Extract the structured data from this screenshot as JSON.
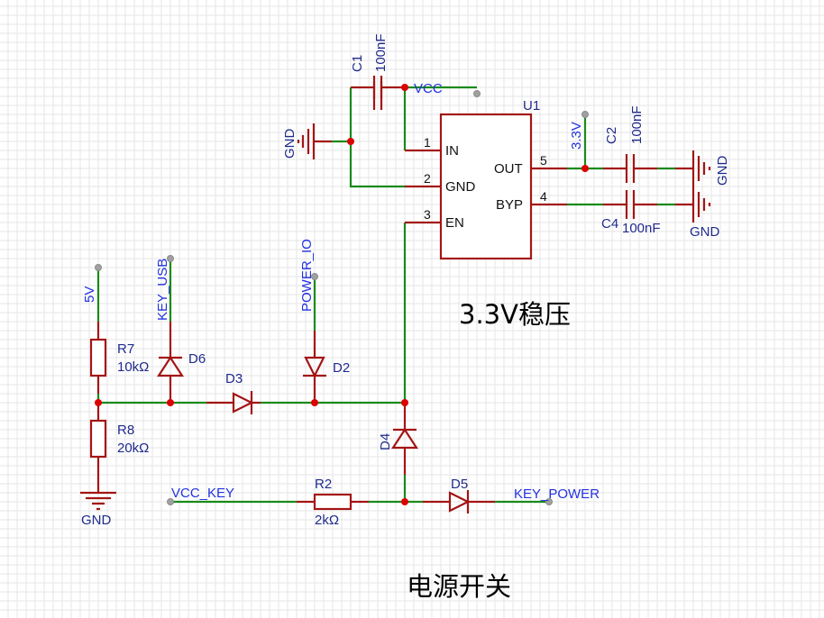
{
  "titles": {
    "regulator": "3.3V稳压",
    "power_switch": "电源开关"
  },
  "u1": {
    "ref": "U1",
    "pins": [
      {
        "num": "1",
        "name": "IN"
      },
      {
        "num": "2",
        "name": "GND"
      },
      {
        "num": "3",
        "name": "EN"
      },
      {
        "num": "5",
        "name": "OUT"
      },
      {
        "num": "4",
        "name": "BYP"
      }
    ]
  },
  "components": {
    "c1": {
      "ref": "C1",
      "value": "100nF"
    },
    "c2": {
      "ref": "C2",
      "value": "100nF"
    },
    "c4": {
      "ref": "C4",
      "value": "100nF"
    },
    "r7": {
      "ref": "R7",
      "value": "10kΩ"
    },
    "r8": {
      "ref": "R8",
      "value": "20kΩ"
    },
    "r2": {
      "ref": "R2",
      "value": "2kΩ"
    },
    "d2": {
      "ref": "D2"
    },
    "d3": {
      "ref": "D3"
    },
    "d4": {
      "ref": "D4"
    },
    "d5": {
      "ref": "D5"
    },
    "d6": {
      "ref": "D6"
    }
  },
  "nets": {
    "vcc": "VCC",
    "v33": "3.3V",
    "v5": "5V",
    "key_usb": "KEY_USB",
    "power_io": "POWER_IO",
    "vcc_key": "VCC_KEY",
    "key_power": "KEY_POWER",
    "gnd": "GND"
  },
  "colors": {
    "wire": "#1a8a1a",
    "part": "#a31515",
    "junction": "#dd0000",
    "ref_text": "#1f2a8c",
    "net_text": "#2231e0",
    "grid": "#e6e6e6"
  }
}
